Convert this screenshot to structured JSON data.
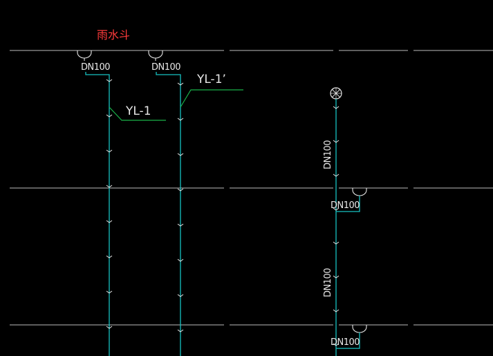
{
  "title_label": "雨水斗",
  "title_color": "#ff3b3b",
  "pipe_color": "#17c3c3",
  "leader_color": "#19b34a",
  "floor_line_color": "#bdbdbd",
  "pipe_size_label": "DN100",
  "risers": [
    {
      "tag": "YL-1",
      "size": "DN100"
    },
    {
      "tag": "YL-1’",
      "size": "DN100"
    }
  ],
  "right_riser_labels": [
    "DN100",
    "DN100",
    "DN100",
    "DN100"
  ],
  "icons": [
    "roof-drain-icon",
    "cleanout-circle-icon",
    "flow-arrow-icon"
  ]
}
